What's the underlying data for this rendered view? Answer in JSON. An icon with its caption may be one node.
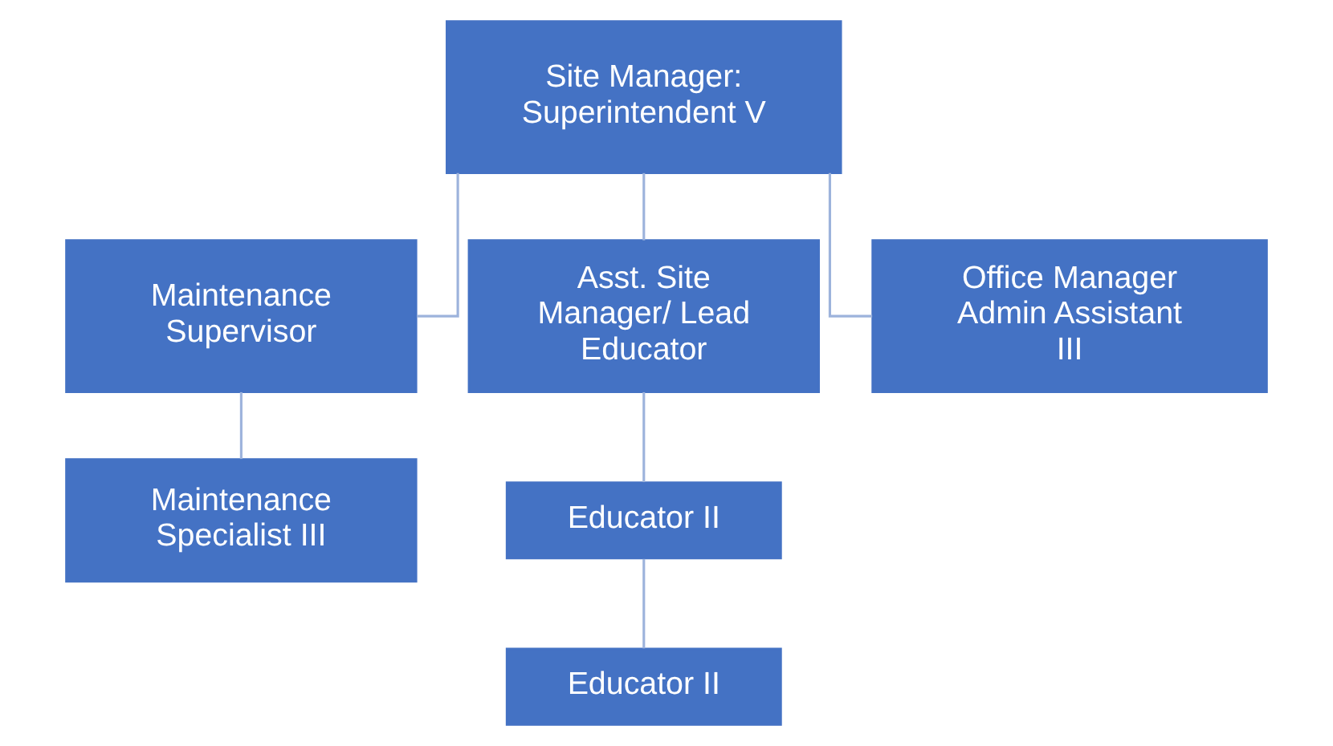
{
  "diagram": {
    "nodes": [
      {
        "text": [
          "Site Manager: Superintendent V"
        ]
      },
      {
        "text": [
          "Maintenance Supervisor"
        ]
      },
      {
        "text": [
          "Asst. Site Manager/ Lead Educator"
        ]
      },
      {
        "text": [
          "Office Manager Admin Assistant III"
        ]
      },
      {
        "text": [
          "Maintenance Specialist III"
        ]
      },
      {
        "text": [
          "Educator II"
        ]
      },
      {
        "text": [
          "Educator II"
        ]
      }
    ],
    "edges": [
      {
        "from": 0,
        "to": 1,
        "arrow": "none"
      },
      {
        "from": 0,
        "to": 2,
        "arrow": "none"
      },
      {
        "from": 0,
        "to": 3,
        "arrow": "none"
      },
      {
        "from": 1,
        "to": 4,
        "arrow": "none"
      },
      {
        "from": 2,
        "to": 5,
        "arrow": "none"
      },
      {
        "from": 5,
        "to": 6,
        "arrow": "none"
      }
    ]
  }
}
